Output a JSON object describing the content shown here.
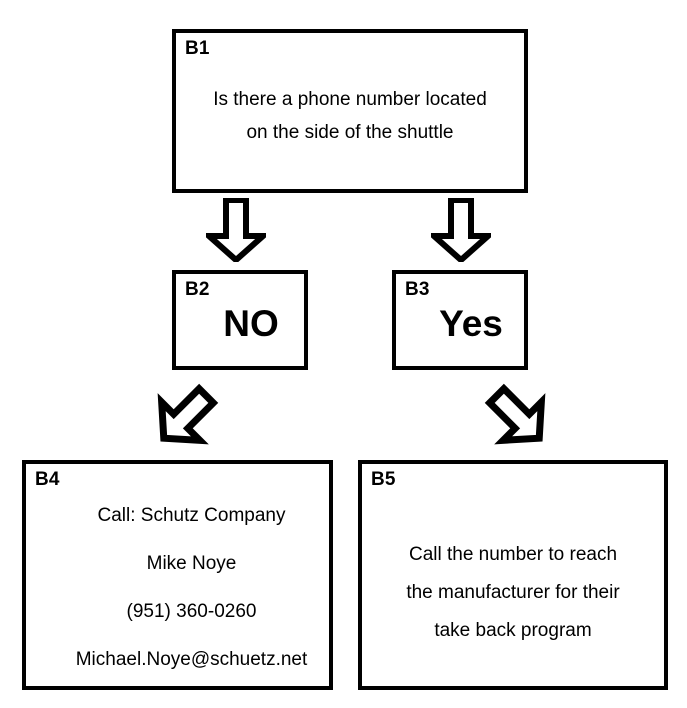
{
  "diagram": {
    "title": "Shuttle phone number decision flowchart",
    "background_color": "#ffffff",
    "stroke_color": "#000000",
    "nodes": [
      {
        "id": "B1",
        "label": "B1",
        "text": "Is there a phone number located\non the side of the shuttle"
      },
      {
        "id": "B2",
        "label": "B2",
        "text": "NO"
      },
      {
        "id": "B3",
        "label": "B3",
        "text": "Yes"
      },
      {
        "id": "B4",
        "label": "B4",
        "text": "Call: Schutz Company\nMike Noye\n(951) 360-0260\nMichael.Noye@schuetz.net"
      },
      {
        "id": "B5",
        "label": "B5",
        "text": "Call the number to reach\nthe manufacturer for their\ntake back program"
      }
    ],
    "arrows": [
      {
        "id": "b1-b2",
        "icon": "arrow-down-icon",
        "from": "B1",
        "to": "B2",
        "direction": "down"
      },
      {
        "id": "b1-b3",
        "icon": "arrow-down-icon",
        "from": "B1",
        "to": "B3",
        "direction": "down"
      },
      {
        "id": "b2-b4",
        "icon": "arrow-down-left-icon",
        "from": "B2",
        "to": "B4",
        "direction": "down-left"
      },
      {
        "id": "b3-b5",
        "icon": "arrow-down-right-icon",
        "from": "B3",
        "to": "B5",
        "direction": "down-right"
      }
    ]
  }
}
